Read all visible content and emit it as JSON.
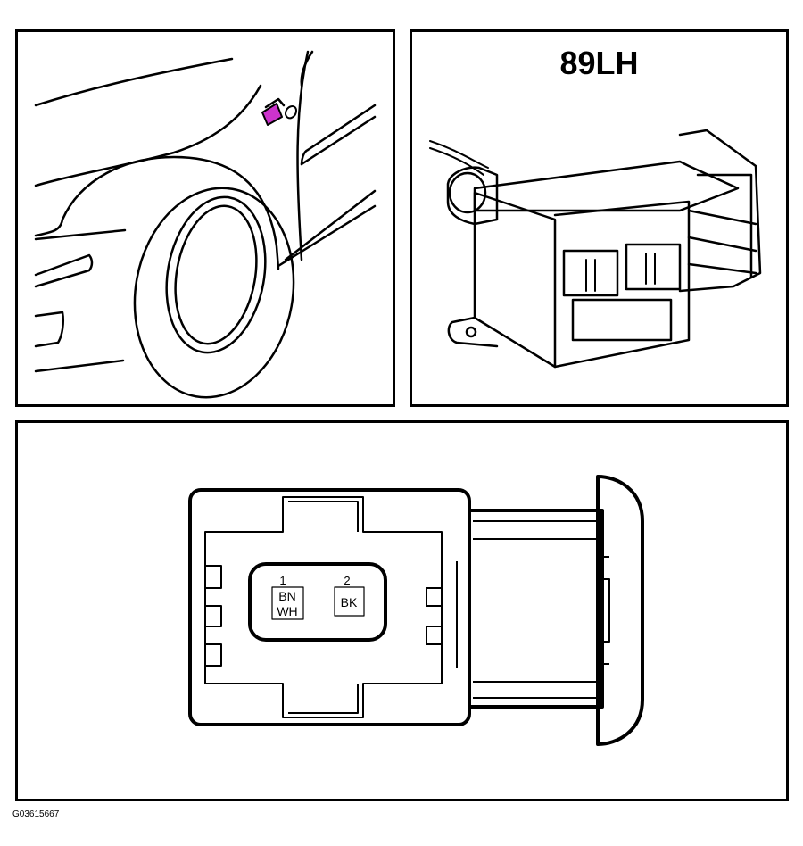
{
  "connector": {
    "title": "89LH",
    "pins": [
      {
        "number": "1",
        "color_line1": "BN",
        "color_line2": "WH"
      },
      {
        "number": "2",
        "color_line1": "BK",
        "color_line2": ""
      }
    ]
  },
  "figure_id": "G03615667",
  "colors": {
    "highlight": "#cc33cc",
    "line": "#000000",
    "background": "#ffffff"
  }
}
